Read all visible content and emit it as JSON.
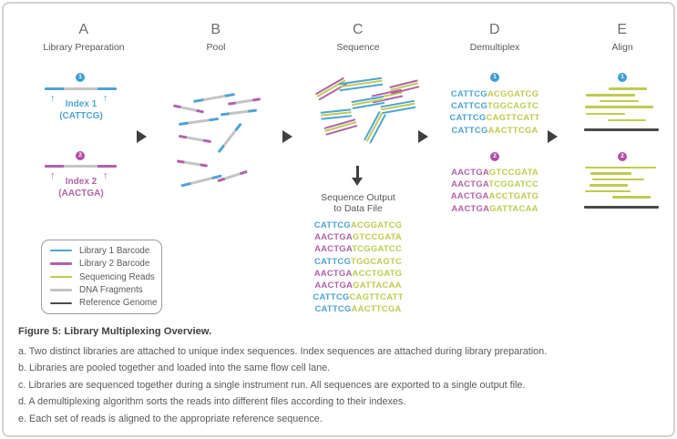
{
  "steps": [
    {
      "letter": "A",
      "label": "Library Preparation"
    },
    {
      "letter": "B",
      "label": "Pool"
    },
    {
      "letter": "C",
      "label": "Sequence"
    },
    {
      "letter": "D",
      "label": "Demultiplex"
    },
    {
      "letter": "E",
      "label": "Align"
    }
  ],
  "panel_a": {
    "lib1": {
      "badge": "1",
      "index_label": "Index 1",
      "index_seq": "(CATTCG)"
    },
    "lib2": {
      "badge": "2",
      "index_label": "Index 2",
      "index_seq": "(AACTGA)"
    }
  },
  "panel_c": {
    "output_title_line1": "Sequence Output",
    "output_title_line2": "to Data File",
    "reads": [
      {
        "index": "CATTCG",
        "read": "ACGGATCG",
        "library": "1"
      },
      {
        "index": "AACTGA",
        "read": "GTCCGATA",
        "library": "2"
      },
      {
        "index": "AACTGA",
        "read": "TCGGATCC",
        "library": "2"
      },
      {
        "index": "CATTCG",
        "read": "TGGCAGTC",
        "library": "1"
      },
      {
        "index": "AACTGA",
        "read": "ACCTGATG",
        "library": "2"
      },
      {
        "index": "AACTGA",
        "read": "GATTACAA",
        "library": "2"
      },
      {
        "index": "CATTCG",
        "read": "CAGTTCATT",
        "library": "1"
      },
      {
        "index": "CATTCG",
        "read": "AACTTCGA",
        "library": "1"
      }
    ]
  },
  "panel_d": {
    "group1": {
      "badge": "1",
      "reads": [
        {
          "index": "CATTCG",
          "read": "ACGGATCG"
        },
        {
          "index": "CATTCG",
          "read": "TGGCAGTC"
        },
        {
          "index": "CATTCG",
          "read": "CAGTTCATT"
        },
        {
          "index": "CATTCG",
          "read": "AACTTCGA"
        }
      ]
    },
    "group2": {
      "badge": "2",
      "reads": [
        {
          "index": "AACTGA",
          "read": "GTCCGATA"
        },
        {
          "index": "AACTGA",
          "read": "TCGGATCC"
        },
        {
          "index": "AACTGA",
          "read": "ACCTGATG"
        },
        {
          "index": "AACTGA",
          "read": "GATTACAA"
        }
      ]
    }
  },
  "panel_e": {
    "badge1": "1",
    "badge2": "2"
  },
  "legend": {
    "items": [
      {
        "label": "Library 1 Barcode",
        "color": "#4fa3d4"
      },
      {
        "label": "Library 2 Barcode",
        "color": "#b162a8"
      },
      {
        "label": "Sequencing Reads",
        "color": "#bfcb4f"
      },
      {
        "label": "DNA Fragments",
        "color": "#c3c4c6"
      },
      {
        "label": "Reference Genome",
        "color": "#4a4a4b"
      }
    ]
  },
  "caption": {
    "title": "Figure 5: Library Multiplexing Overview.",
    "items": [
      "a. Two distinct libraries are attached to unique index sequences. Index sequences are attached during library preparation.",
      "b. Libraries are pooled together and loaded into the same flow cell lane.",
      "c. Libraries are sequenced together during a single instrument run. All sequences are exported to a single output file.",
      "d. A demultiplexing algorithm sorts the reads into different files according to their indexes.",
      "e. Each set of reads is aligned to the appropriate reference sequence."
    ]
  },
  "colors": {
    "library1": "#4fa3d4",
    "library2": "#b162a8",
    "sequencing_reads": "#bfcb4f",
    "dna_fragment": "#c3c4c6",
    "reference_genome": "#4a4a4b",
    "badge1": "#3e9fd4",
    "badge2": "#b24fa4",
    "arrow": "#404041"
  }
}
